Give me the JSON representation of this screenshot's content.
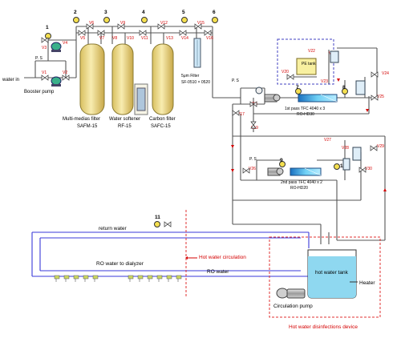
{
  "labels": {
    "water_in": "water in",
    "booster_pump": "Booster pump",
    "ps": "P. S",
    "multi_media_filter": "Multi-medias filter",
    "multi_media_model": "SAFM-15",
    "water_softener": "Water softener",
    "water_softener_model": "RF-15",
    "carbon_filter": "Carbon filter",
    "carbon_filter_model": "SAFC-15",
    "micron_filter": "5μm Filter",
    "micron_filter_model": "SF-0510 × 0520",
    "pe_tank": "PE tank",
    "pass1": "1st pass TFC 4040 x 3",
    "pass1_model": "RO-HD30",
    "pass2": "2nd pass TFC 4040 x 2",
    "pass2_model": "RO-HD20",
    "return_water": "return water",
    "ro_water_dialyzer": "RO water to dialyzer",
    "ro_water": "RO water",
    "hot_water_circulation": "Hot water circulation",
    "hot_water_tank": "hot water tank",
    "heater": "Heater",
    "circulation_pump": "Circulation pump",
    "hot_water_device": "Hot water disinfections device"
  },
  "gauges": [
    "1",
    "2",
    "3",
    "4",
    "5",
    "6",
    "7",
    "8",
    "9",
    "10",
    "11"
  ],
  "valves_top": [
    "V6",
    "V9",
    "V12",
    "V15",
    "V5",
    "V7",
    "V8",
    "V10",
    "V11",
    "V13",
    "V14",
    "V16"
  ],
  "valves_left": [
    "V3",
    "V4",
    "V1",
    "V2"
  ],
  "valves_mid": [
    "V17",
    "V18",
    "V19",
    "V20",
    "V21",
    "V22",
    "V23",
    "V24",
    "V25"
  ],
  "valves_low": [
    "V26",
    "V27",
    "V28",
    "V29",
    "V30"
  ],
  "colors": {
    "tank": "#f0e08a",
    "tank_outline": "#8a7a30",
    "water_blue": "#8fd8f0",
    "membrane": "#3ab0e0",
    "red": "#d40000",
    "pipe": "#555555",
    "dialyzer_pipe": "#3a3ad8"
  }
}
